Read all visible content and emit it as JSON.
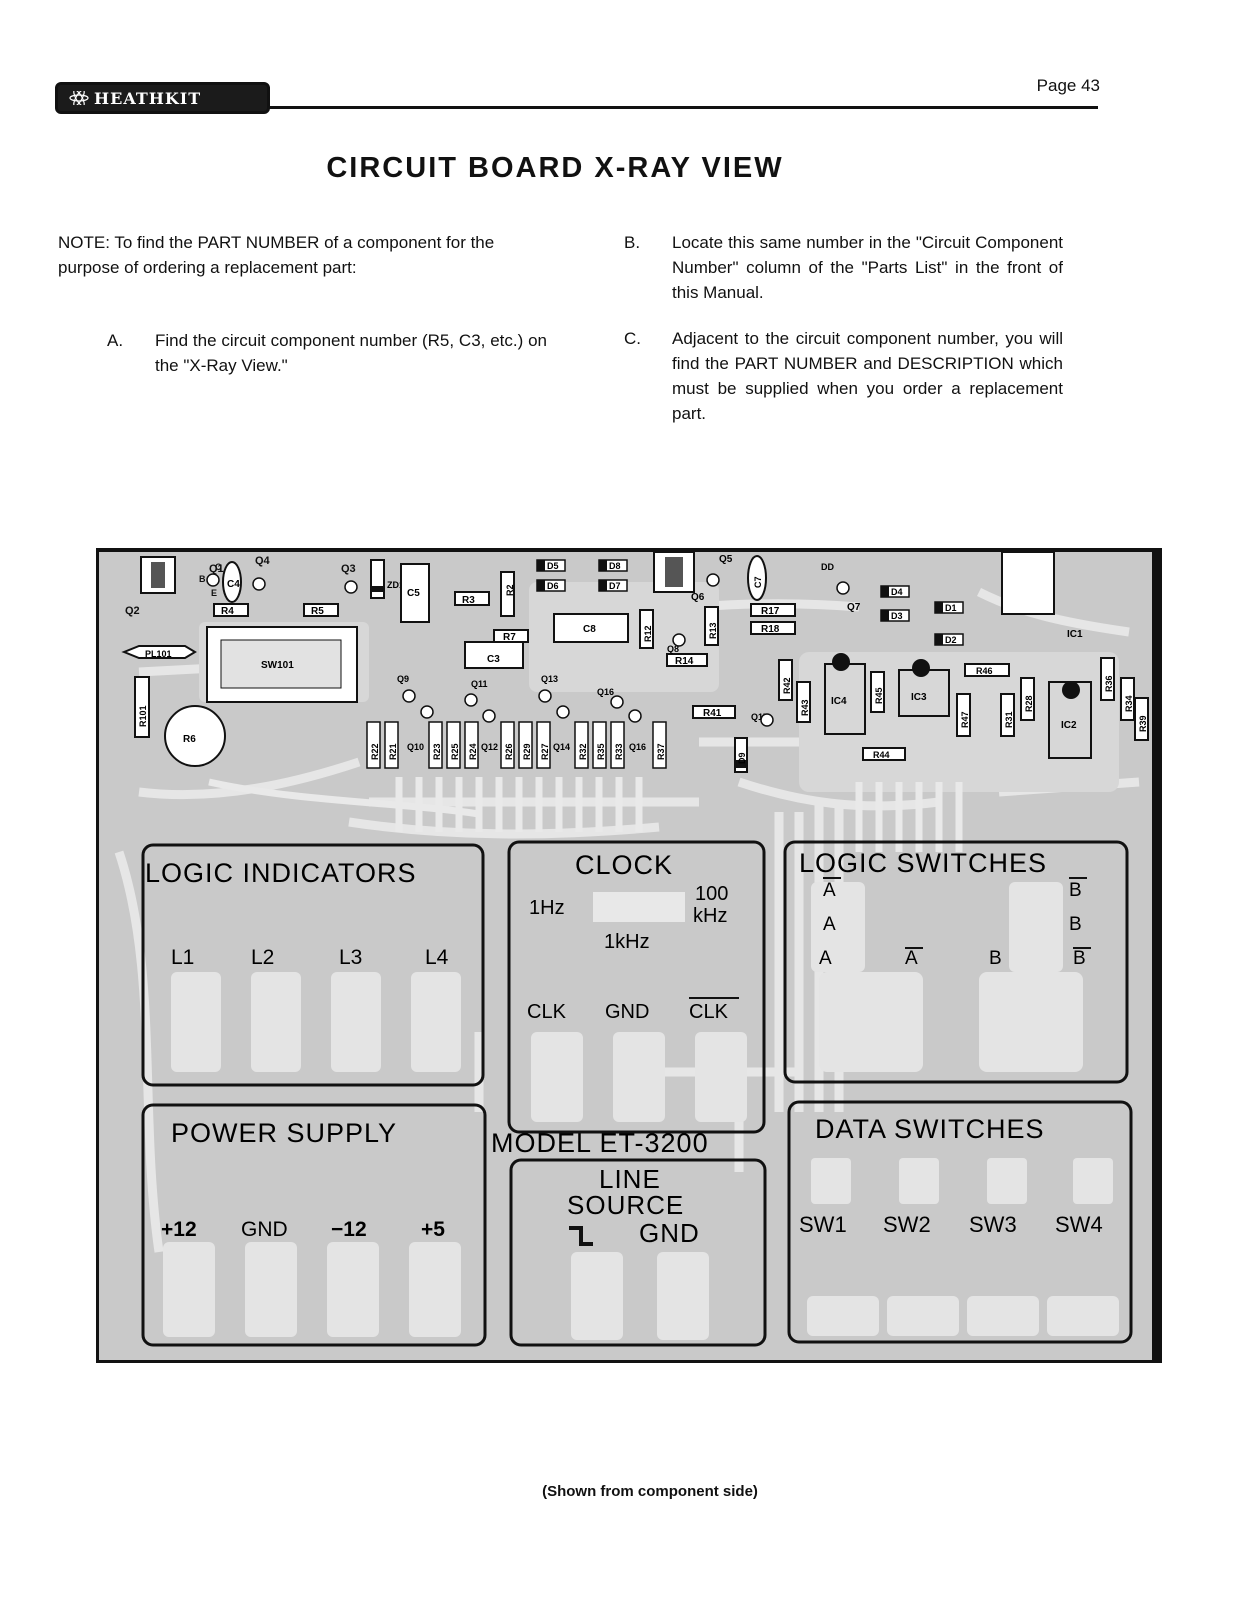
{
  "header": {
    "logo_text": "HEATHKIT",
    "page_label": "Page 43"
  },
  "title": "CIRCUIT BOARD X-RAY VIEW",
  "note": "NOTE: To find the PART NUMBER of a component for the purpose of ordering a replacement part:",
  "steps": [
    {
      "key": "A.",
      "text": "Find the circuit component number (R5, C3, etc.) on the \"X-Ray View.\""
    },
    {
      "key": "B.",
      "text": "Locate this same number in the \"Circuit Component Number\" column of the \"Parts List\" in the front of this Manual."
    },
    {
      "key": "C.",
      "text": "Adjacent to the circuit component number, you will find the PART NUMBER and DESCRIPTION which must be supplied when you order a replacement part."
    }
  ],
  "board": {
    "sections": {
      "logic_indicators": {
        "title": "LOGIC INDICATORS",
        "labels": [
          "L1",
          "L2",
          "L3",
          "L4"
        ]
      },
      "clock": {
        "title": "CLOCK",
        "f1": "1Hz",
        "f2": "100",
        "f2_unit": "kHz",
        "f3": "1kHz",
        "pins": [
          "CLK",
          "GND",
          "CLK"
        ]
      },
      "logic_switches": {
        "title": "LOGIC SWITCHES",
        "labels": [
          "A",
          "A",
          "A",
          "A",
          "B",
          "B",
          "B",
          "B"
        ]
      },
      "power_supply": {
        "title": "POWER SUPPLY",
        "pins": [
          "+12",
          "GND",
          "−12",
          "+5"
        ]
      },
      "model": "MODEL ET-3200",
      "line_source": {
        "line1": "LINE",
        "line2": "SOURCE",
        "gnd": "GND"
      },
      "data_switches": {
        "title": "DATA SWITCHES",
        "labels": [
          "SW1",
          "SW2",
          "SW3",
          "SW4"
        ]
      }
    },
    "components": {
      "top_row": [
        "Q1",
        "Q2",
        "Q3",
        "Q4",
        "C4",
        "R4",
        "R5",
        "ZD1",
        "C5",
        "R3",
        "R2",
        "D5",
        "D6",
        "D7",
        "D8",
        "C8",
        "R7",
        "C3",
        "Q5",
        "Q6",
        "C7",
        "R12",
        "R13",
        "R14",
        "Q8",
        "R17",
        "R18",
        "Q7",
        "DD",
        "D1",
        "D2",
        "D3",
        "D4",
        "IC1"
      ],
      "mid_row": [
        "PL101",
        "SW101",
        "R101",
        "R6",
        "Q9",
        "Q11",
        "Q13",
        "Q16",
        "Q17",
        "R41",
        "D9",
        "R42",
        "R43",
        "IC4",
        "R45",
        "IC3",
        "R46",
        "R47",
        "R31",
        "R28",
        "R36",
        "R34",
        "R39",
        "IC2",
        "R44"
      ],
      "bottom_row": [
        "R22",
        "R21",
        "Q10",
        "R23",
        "R25",
        "R24",
        "Q12",
        "R26",
        "R29",
        "R27",
        "Q14",
        "R32",
        "R35",
        "R33",
        "Q16",
        "R37"
      ],
      "pins": [
        "B",
        "C",
        "E"
      ]
    }
  },
  "caption": "(Shown from component side)"
}
